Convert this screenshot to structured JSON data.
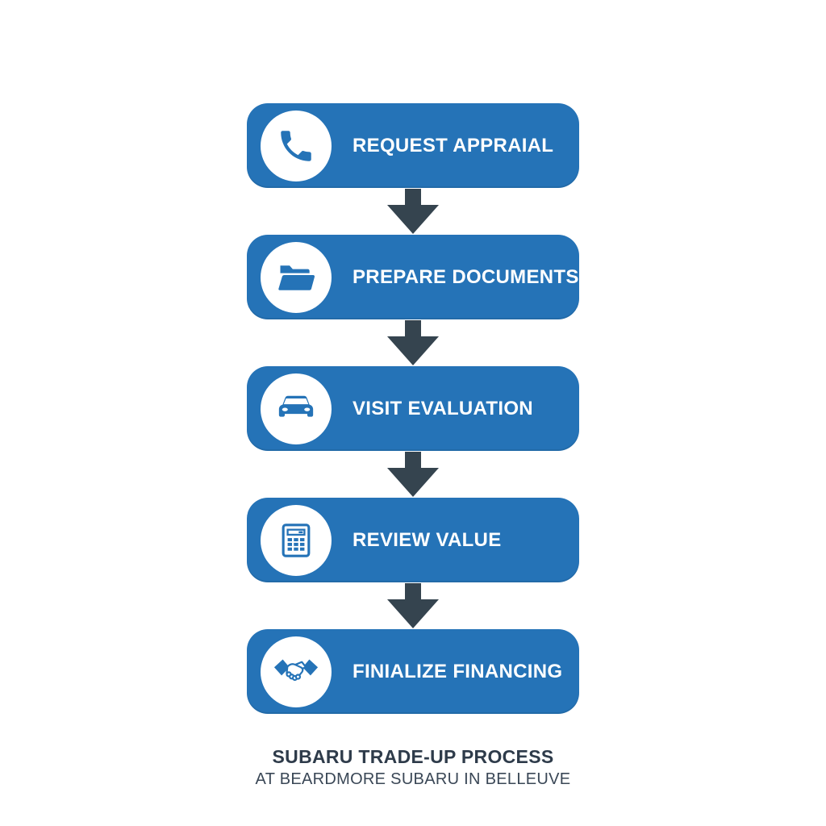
{
  "colors": {
    "step_background": "#2573B7",
    "icon_circle_background": "#ffffff",
    "icon_glyph": "#2573B7",
    "arrow": "#35444F",
    "step_label_text": "#ffffff",
    "footer_title_text": "#2E3B4A",
    "footer_subtitle_text": "#3A4756",
    "page_background": "#ffffff"
  },
  "steps": [
    {
      "label": "REQUEST APPRAIAL",
      "icon": "phone-icon"
    },
    {
      "label": "PREPARE DOCUMENTS",
      "icon": "folder-icon"
    },
    {
      "label": "VISIT EVALUATION",
      "icon": "car-icon"
    },
    {
      "label": "REVIEW VALUE",
      "icon": "calculator-icon"
    },
    {
      "label": "FINIALIZE FINANCING",
      "icon": "handshake-icon"
    }
  ],
  "connector": {
    "icon": "down-arrow-icon",
    "count": 4
  },
  "footer": {
    "title": "SUBARU TRADE-UP PROCESS",
    "subtitle": "AT BEARDMORE SUBARU IN BELLEUVE"
  }
}
